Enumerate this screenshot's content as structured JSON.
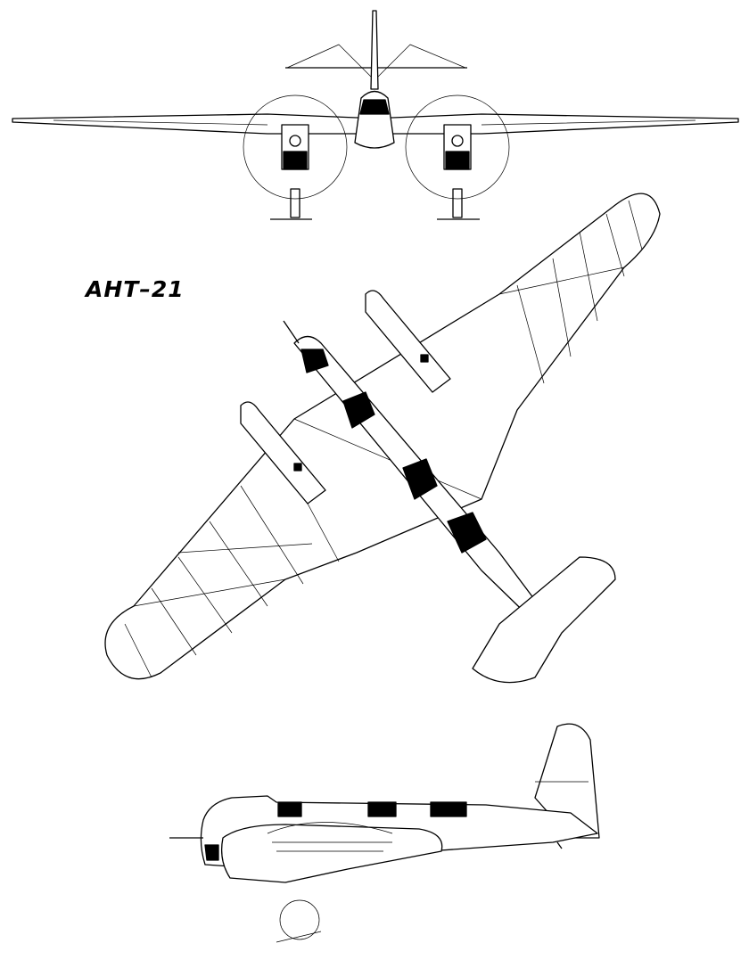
{
  "drawing": {
    "title": "AHT–21",
    "views": [
      "front-view",
      "top-view",
      "side-view"
    ]
  }
}
